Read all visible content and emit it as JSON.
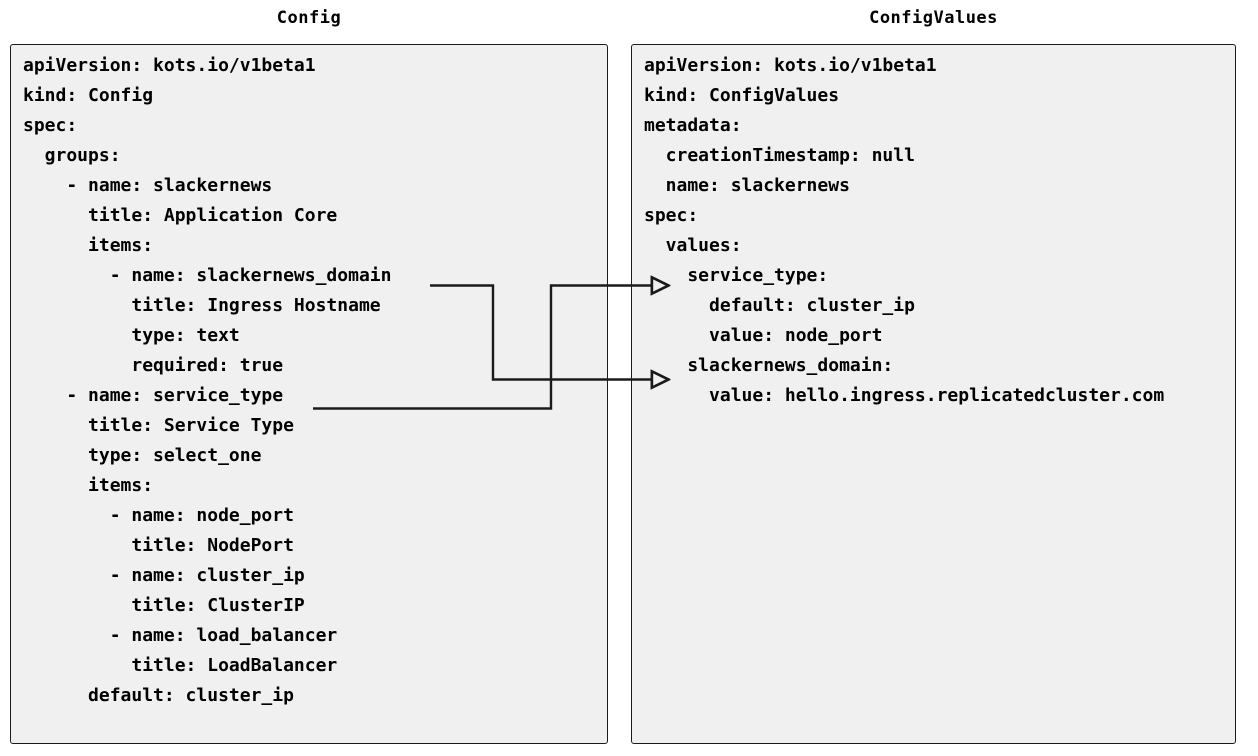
{
  "page": {
    "background_color": "#ffffff",
    "panel_fill_color": "#f0f0f0",
    "panel_border_color": "#1a1a1a",
    "text_color": "#000000",
    "connector_color": "#1a1a1a"
  },
  "panels": {
    "left": {
      "title": "Config",
      "code": "apiVersion: kots.io/v1beta1\nkind: Config\nspec:\n  groups:\n    - name: slackernews\n      title: Application Core\n      items:\n        - name: slackernews_domain\n          title: Ingress Hostname\n          type: text\n          required: true\n    - name: service_type\n      title: Service Type\n      type: select_one\n      items:\n        - name: node_port\n          title: NodePort\n        - name: cluster_ip\n          title: ClusterIP\n        - name: load_balancer\n          title: LoadBalancer\n      default: cluster_ip",
      "lines": [
        "apiVersion: kots.io/v1beta1",
        "kind: Config",
        "spec:",
        "  groups:",
        "    - name: slackernews",
        "      title: Application Core",
        "      items:",
        "        - name: slackernews_domain",
        "          title: Ingress Hostname",
        "          type: text",
        "          required: true",
        "    - name: service_type",
        "      title: Service Type",
        "      type: select_one",
        "      items:",
        "        - name: node_port",
        "          title: NodePort",
        "        - name: cluster_ip",
        "          title: ClusterIP",
        "        - name: load_balancer",
        "          title: LoadBalancer",
        "      default: cluster_ip"
      ]
    },
    "right": {
      "title": "ConfigValues",
      "code": "apiVersion: kots.io/v1beta1\nkind: ConfigValues\nmetadata:\n  creationTimestamp: null\n  name: slackernews\nspec:\n  values:\n    service_type:\n      default: cluster_ip\n      value: node_port\n    slackernews_domain:\n      value: hello.ingress.replicatedcluster.com",
      "lines": [
        "apiVersion: kots.io/v1beta1",
        "kind: ConfigValues",
        "metadata:",
        "  creationTimestamp: null",
        "  name: slackernews",
        "spec:",
        "  values:",
        "    service_type:",
        "      default: cluster_ip",
        "      value: node_port",
        "    slackernews_domain:",
        "      value: hello.ingress.replicatedcluster.com"
      ]
    }
  },
  "connectors": [
    {
      "id": "slackernews-domain-mapping",
      "from": "slackernews_domain",
      "to": "slackernews_domain:",
      "arrowhead": "open-triangle"
    },
    {
      "id": "service-type-mapping",
      "from": "service_type",
      "to": "service_type:",
      "arrowhead": "open-triangle"
    }
  ]
}
